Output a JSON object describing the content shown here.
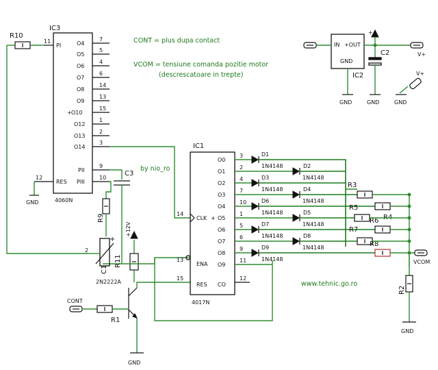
{
  "notes": {
    "cont": "CONT = plus dupa contact",
    "vcom_1": "VCOM = tensiune comanda pozitie motor",
    "vcom_2": "(descrescatoare in trepte)",
    "author": "by nio_ro",
    "site": "www.tehnic.go.ro"
  },
  "ic3": {
    "name": "IC3",
    "part": "4060N",
    "left_pins": [
      {
        "num": "11",
        "label": "PI"
      },
      {
        "num": "12",
        "label": "RES"
      }
    ],
    "right_pins": [
      {
        "num": "7",
        "label": "O4"
      },
      {
        "num": "5",
        "label": "O5"
      },
      {
        "num": "4",
        "label": "O6"
      },
      {
        "num": "6",
        "label": "O7"
      },
      {
        "num": "14",
        "label": "O8"
      },
      {
        "num": "13",
        "label": "O9"
      },
      {
        "num": "15",
        "label": "O10"
      },
      {
        "num": "1",
        "label": "O12"
      },
      {
        "num": "2",
        "label": "O13"
      },
      {
        "num": "3",
        "label": "O14"
      }
    ],
    "bottom_pins": [
      {
        "num": "9",
        "label": "PII"
      },
      {
        "num": "10",
        "label": "PIII"
      }
    ]
  },
  "ic1": {
    "name": "IC1",
    "part": "4017N",
    "left_pins": [
      {
        "num": "14",
        "label": "CLK"
      },
      {
        "num": "13",
        "label": "ENA"
      },
      {
        "num": "15",
        "label": "RES"
      }
    ],
    "right_pins": [
      {
        "num": "3",
        "label": "O0"
      },
      {
        "num": "2",
        "label": "O1"
      },
      {
        "num": "4",
        "label": "O2"
      },
      {
        "num": "7",
        "label": "O3"
      },
      {
        "num": "10",
        "label": "O4"
      },
      {
        "num": "1",
        "label": "O5"
      },
      {
        "num": "5",
        "label": "O6"
      },
      {
        "num": "6",
        "label": "O7"
      },
      {
        "num": "9",
        "label": "O8"
      },
      {
        "num": "11",
        "label": "O9"
      }
    ],
    "co_pin": {
      "num": "12",
      "label": "CO"
    }
  },
  "ic2": {
    "name": "IC2",
    "in_label": "IN",
    "out_label": "+OUT",
    "gnd_label": "GND"
  },
  "diodes": [
    {
      "name": "D1",
      "part": "1N4148"
    },
    {
      "name": "D2",
      "part": "1N4148"
    },
    {
      "name": "D3",
      "part": "1N4148"
    },
    {
      "name": "D4",
      "part": "1N4148"
    },
    {
      "name": "D5",
      "part": "1N4148"
    },
    {
      "name": "D6",
      "part": "1N4148"
    },
    {
      "name": "D7",
      "part": "1N4148"
    },
    {
      "name": "D8",
      "part": "1N4148"
    },
    {
      "name": "D9",
      "part": "1N4148"
    }
  ],
  "resistors": {
    "r10": "R10",
    "r9": "R9",
    "r11": "R11",
    "r1": "R1",
    "r2": "R2",
    "r3": "R3",
    "r4": "R4",
    "r5": "R5",
    "r6": "R6",
    "r7": "R7",
    "r8": "R8"
  },
  "caps": {
    "c1": "C1",
    "c2": "C2",
    "c3": "C3"
  },
  "transistor": "2N2222A",
  "labels": {
    "gnd": "GND",
    "vplus": "V+",
    "v12": "+12V",
    "vcom": "VCOM",
    "cont": "CONT",
    "plus": "+"
  }
}
